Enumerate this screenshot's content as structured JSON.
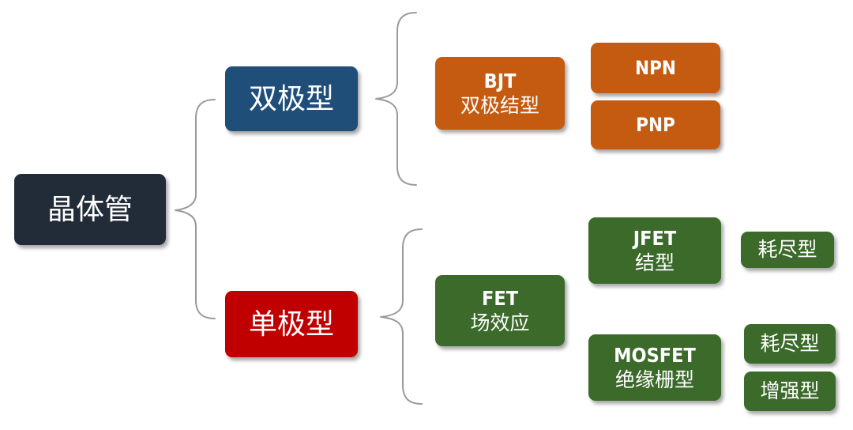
{
  "colors": {
    "root": "#222b38",
    "bipolar": "#1f4e79",
    "unipolar": "#c00000",
    "bjt": "#c55a11",
    "fet": "#3b6a2a",
    "connector": "#9a9a9a"
  },
  "root": {
    "label": "晶体管"
  },
  "bipolar": {
    "label": "双极型",
    "bjt": {
      "line1": "BJT",
      "line2": "双极结型"
    },
    "npn": "NPN",
    "pnp": "PNP"
  },
  "unipolar": {
    "label": "单极型",
    "fet": {
      "line1": "FET",
      "line2": "场效应"
    },
    "jfet": {
      "line1": "JFET",
      "line2": "结型",
      "depletion": "耗尽型"
    },
    "mosfet": {
      "line1": "MOSFET",
      "line2": "绝缘栅型",
      "depletion": "耗尽型",
      "enhancement": "增强型"
    }
  }
}
